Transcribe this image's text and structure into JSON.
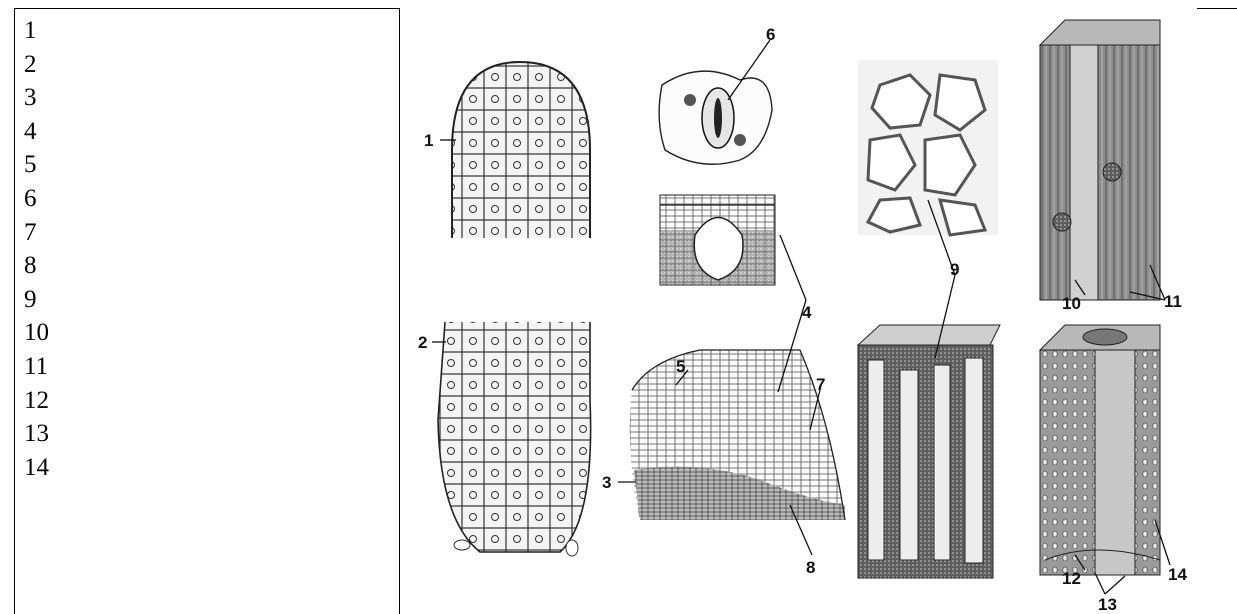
{
  "left_column": {
    "numbers": [
      "1",
      "2",
      "3",
      "4",
      "5",
      "6",
      "7",
      "8",
      "9",
      "10",
      "11",
      "12",
      "13",
      "14"
    ]
  },
  "figure": {
    "labels": [
      "1",
      "2",
      "3",
      "4",
      "5",
      "6",
      "7",
      "8",
      "9",
      "10",
      "11",
      "12",
      "13",
      "14"
    ]
  }
}
